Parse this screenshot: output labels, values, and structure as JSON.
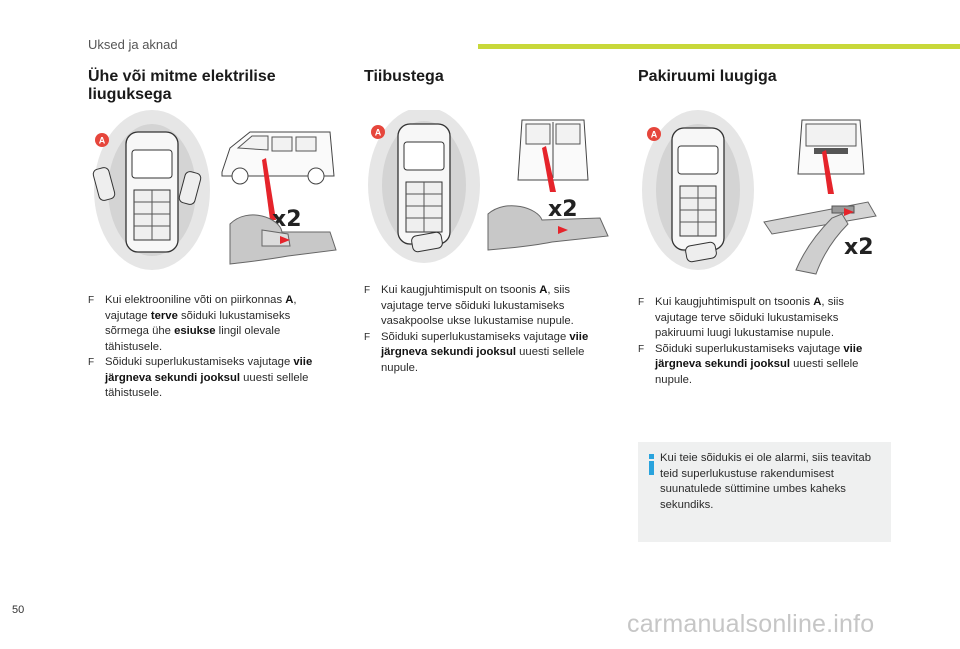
{
  "header": {
    "section_title": "Uksed ja aknad"
  },
  "columns": [
    {
      "heading_line1": "Ühe või mitme elektrilise",
      "heading_line2": "liuguksega",
      "badge": "A",
      "press_label": "x2",
      "bullets": [
        {
          "parts": [
            "Kui elektrooniline võti on piirkonnas ",
            "A",
            ",",
            " vajutage ",
            "terve",
            " sõiduki lukustamiseks",
            " sõrmega ühe ",
            "esiukse",
            " lingil olevale",
            " tähistusele."
          ]
        },
        {
          "parts": [
            "Sõiduki superlukustamiseks vajutage ",
            "viie",
            " järgneva sekundi jooksul",
            " uuesti sellele",
            " tähistusele."
          ]
        }
      ]
    },
    {
      "heading_line1": "Tiibustega",
      "badge": "A",
      "press_label": "x2",
      "bullets": [
        {
          "parts": [
            "Kui kaugjuhtimispult on tsoonis ",
            "A",
            ", siis",
            " vajutage terve sõiduki lukustamiseks",
            " vasakpoolse ukse lukustamise nupule."
          ]
        },
        {
          "parts": [
            "Sõiduki superlukustamiseks vajutage ",
            "viie",
            " järgneva sekundi jooksul",
            " uuesti sellele",
            " nupule."
          ]
        }
      ]
    },
    {
      "heading_line1": "Pakiruumi luugiga",
      "badge": "A",
      "press_label": "x2",
      "bullets": [
        {
          "parts": [
            "Kui kaugjuhtimispult on tsoonis ",
            "A",
            ", siis",
            " vajutage terve sõiduki lukustamiseks",
            " pakiruumi luugi lukustamise nupule."
          ]
        },
        {
          "parts": [
            "Sõiduki superlukustamiseks vajutage ",
            "viie",
            " järgneva sekundi jooksul",
            " uuesti sellele",
            " nupule."
          ]
        }
      ]
    }
  ],
  "bullet_symbol": "F",
  "info": {
    "line1": "Kui teie sõidukis ei ole alarmi, siis teavitab",
    "line2": "teid superlukustuse rakendumisest",
    "line3": "suunatulede süttimine umbes kaheks",
    "line4": "sekundiks."
  },
  "footer": {
    "page_number": "50",
    "watermark": "carmanualsonline.info"
  },
  "colors": {
    "accent": "#c8d83a",
    "badge": "#e6463c",
    "arrow": "#e5242b",
    "info_icon": "#29a3dd"
  }
}
